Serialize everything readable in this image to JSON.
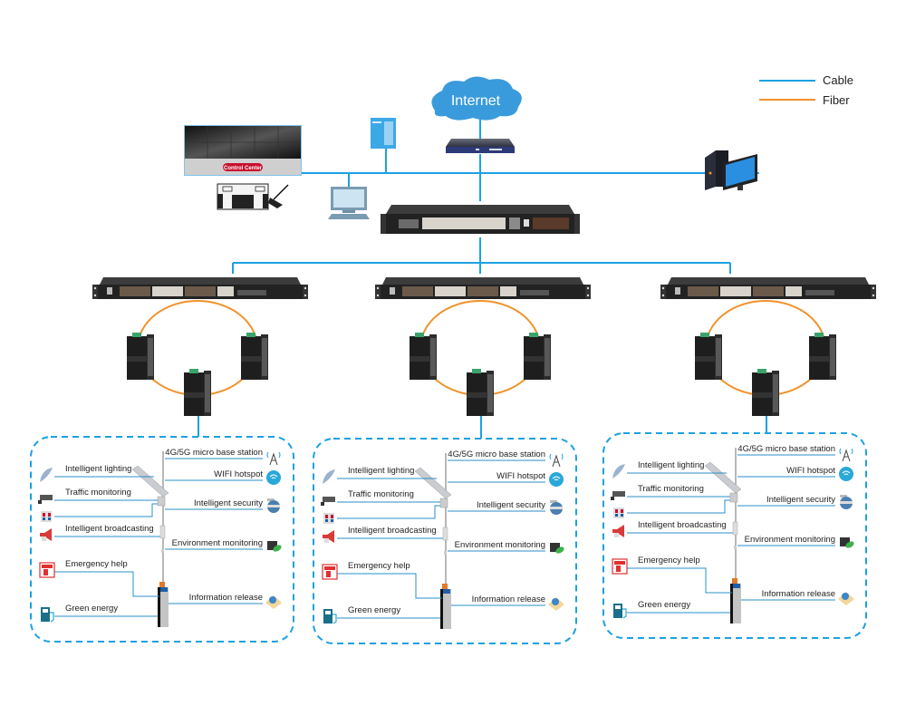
{
  "legend": {
    "items": [
      {
        "label": "Cable",
        "color": "#1ba1e2"
      },
      {
        "label": "Fiber",
        "color": "#f0922b"
      }
    ]
  },
  "colors": {
    "cable": "#1ba1e2",
    "fiber": "#f0922b",
    "cloud": "#3a9bdc",
    "dashed_border": "#1ba1e2",
    "control_center_badge": "#c8102e"
  },
  "core": {
    "internet_label": "Internet",
    "control_center_label": "Control Center",
    "devices": [
      "internet-cloud",
      "firewall-router",
      "core-switch",
      "control-center-video-wall",
      "dispatch-console",
      "server",
      "workstation-laptop",
      "desktop-computer"
    ]
  },
  "zones": [
    {
      "name": "zone-1",
      "right_labels": [
        "4G/5G micro base station",
        "WIFI hotspot",
        "Intelligent security",
        "Environment monitoring",
        "Information release"
      ],
      "left_labels": [
        "Intelligent lighting",
        "Traffic monitoring",
        "Intelligent broadcasting",
        "Emergency help",
        "Green energy"
      ]
    },
    {
      "name": "zone-2",
      "right_labels": [
        "4G/5G micro base station",
        "WIFI hotspot",
        "Intelligent security",
        "Environment monitoring",
        "Information release"
      ],
      "left_labels": [
        "Intelligent lighting",
        "Traffic monitoring",
        "Intelligent broadcasting",
        "Emergency help",
        "Green energy"
      ]
    },
    {
      "name": "zone-3",
      "right_labels": [
        "4G/5G micro base station",
        "WIFI hotspot",
        "Intelligent security",
        "Environment monitoring",
        "Information release"
      ],
      "left_labels": [
        "Intelligent lighting",
        "Traffic monitoring",
        "Intelligent broadcasting",
        "Emergency help",
        "Green energy"
      ]
    }
  ]
}
